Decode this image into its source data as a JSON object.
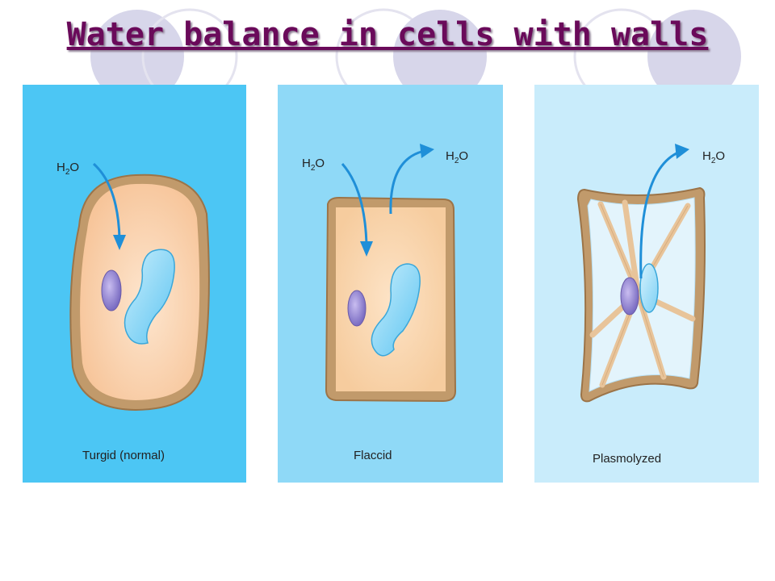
{
  "slide": {
    "title": "Water balance in cells with walls"
  },
  "panels": [
    {
      "caption": "Turgid (normal)",
      "labels": [
        {
          "main": "H",
          "sub": "2",
          "end": "O"
        }
      ],
      "color": "#4cc6f4"
    },
    {
      "caption": "Flaccid",
      "labels": [
        {
          "main": "H",
          "sub": "2",
          "end": "O"
        },
        {
          "main": "H",
          "sub": "2",
          "end": "O"
        }
      ],
      "color": "#8fd9f7"
    },
    {
      "caption": "Plasmolyzed",
      "labels": [
        {
          "main": "H",
          "sub": "2",
          "end": "O"
        }
      ],
      "color": "#c9ecfb"
    }
  ]
}
